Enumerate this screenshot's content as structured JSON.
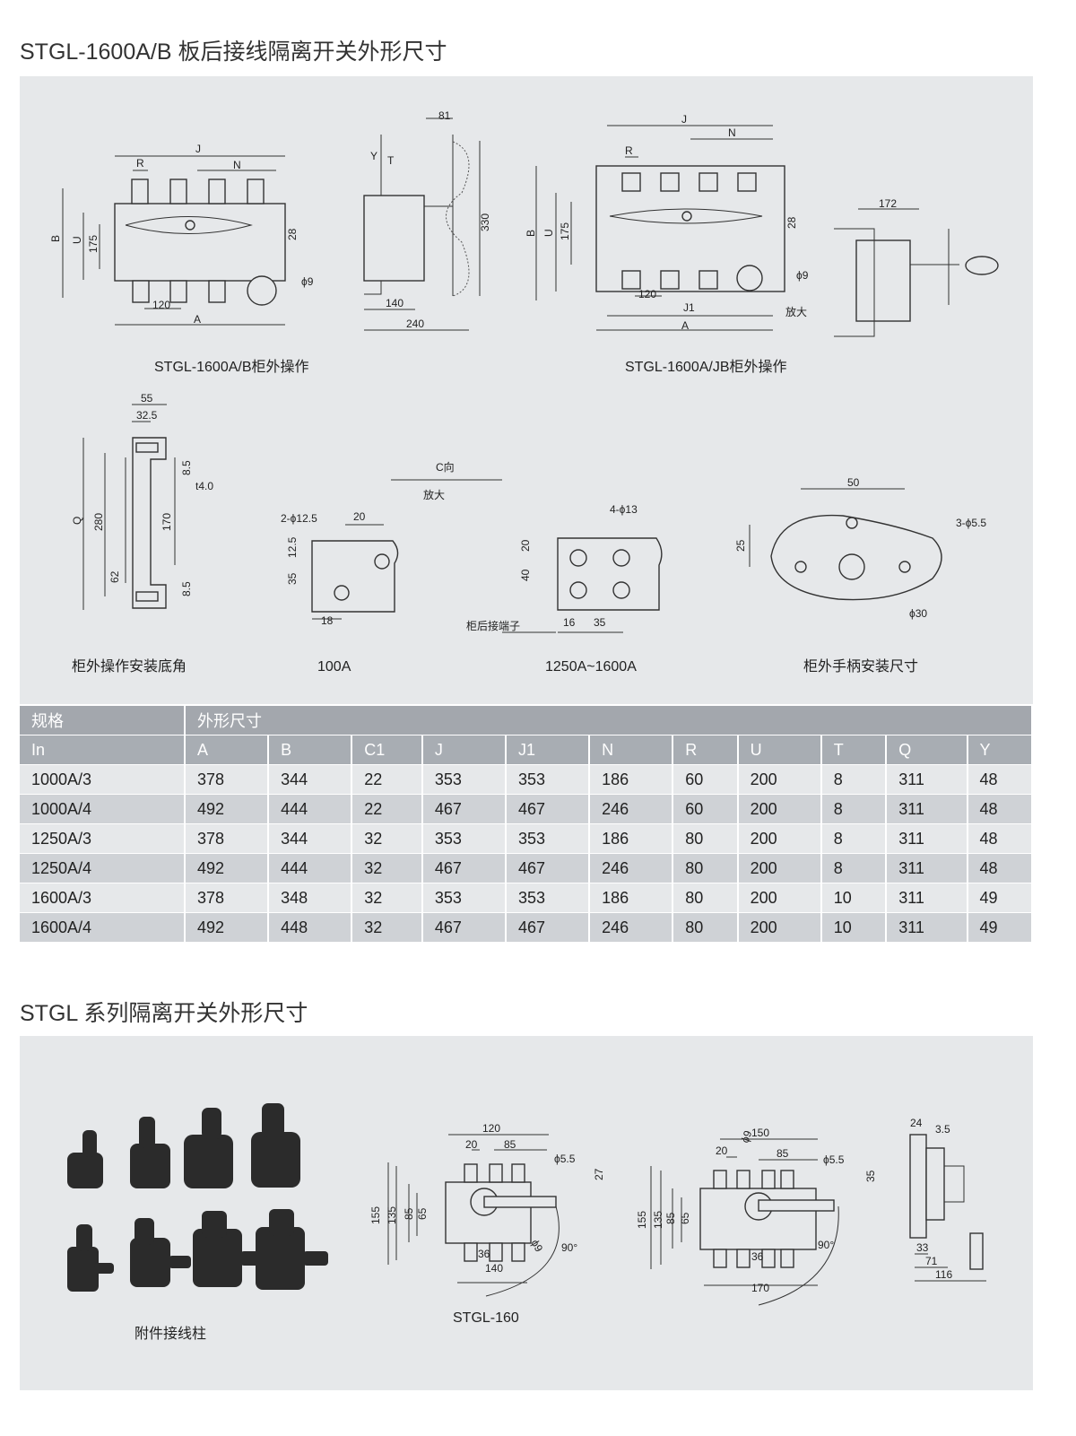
{
  "section1": {
    "title": "STGL-1600A/B 板后接线隔离开关外形尺寸",
    "fig1": {
      "caption": "STGL-1600A/B柜外操作",
      "labels": [
        "J",
        "R",
        "N",
        "B",
        "U",
        "175",
        "28",
        "ϕ9",
        "120",
        "A",
        "Y",
        "T",
        "81",
        "330",
        "140",
        "240"
      ]
    },
    "fig2": {
      "caption": "STGL-1600A/JB柜外操作",
      "labels": [
        "J",
        "R",
        "N",
        "B",
        "U",
        "175",
        "28",
        "ϕ9",
        "120",
        "J1",
        "A",
        "放大",
        "172"
      ]
    },
    "fig3": {
      "caption": "柜外操作安装底角",
      "labels": [
        "55",
        "32.5",
        "8.5",
        "t4.0",
        "Q",
        "280",
        "170",
        "62",
        "8.5"
      ]
    },
    "fig4": {
      "caption": "100A",
      "labels": [
        "2-ϕ12.5",
        "20",
        "12.5",
        "35",
        "18"
      ]
    },
    "cview": {
      "title": "C向",
      "sub": "放大"
    },
    "fig5": {
      "caption": "1250A~1600A",
      "labels": [
        "4-ϕ13",
        "20",
        "40",
        "柜后接端子",
        "16",
        "35"
      ]
    },
    "fig6": {
      "caption": "柜外手柄安装尺寸",
      "labels": [
        "50",
        "25",
        "3-ϕ5.5",
        "ϕ30"
      ]
    }
  },
  "table": {
    "group_header": [
      "规格",
      "外形尺寸"
    ],
    "columns": [
      "In",
      "A",
      "B",
      "C1",
      "J",
      "J1",
      "N",
      "R",
      "U",
      "T",
      "Q",
      "Y"
    ],
    "rows": [
      [
        "1000A/3",
        "378",
        "344",
        "22",
        "353",
        "353",
        "186",
        "60",
        "200",
        "8",
        "311",
        "48"
      ],
      [
        "1000A/4",
        "492",
        "444",
        "22",
        "467",
        "467",
        "246",
        "60",
        "200",
        "8",
        "311",
        "48"
      ],
      [
        "1250A/3",
        "378",
        "344",
        "32",
        "353",
        "353",
        "186",
        "80",
        "200",
        "8",
        "311",
        "48"
      ],
      [
        "1250A/4",
        "492",
        "444",
        "32",
        "467",
        "467",
        "246",
        "80",
        "200",
        "8",
        "311",
        "48"
      ],
      [
        "1600A/3",
        "378",
        "348",
        "32",
        "353",
        "353",
        "186",
        "80",
        "200",
        "10",
        "311",
        "49"
      ],
      [
        "1600A/4",
        "492",
        "448",
        "32",
        "467",
        "467",
        "246",
        "80",
        "200",
        "10",
        "311",
        "49"
      ]
    ]
  },
  "section2": {
    "title": "STGL 系列隔离开关外形尺寸",
    "accessory_caption": "附件接线柱",
    "fig7": {
      "caption": "STGL-160",
      "labels": [
        "120",
        "20",
        "85",
        "ϕ5.5",
        "27",
        "155",
        "135",
        "85",
        "65",
        "36",
        "140",
        "ϕ9",
        "90°"
      ]
    },
    "fig8": {
      "labels": [
        "150",
        "20",
        "ϕ9",
        "85",
        "ϕ5.5",
        "35",
        "155",
        "135",
        "85",
        "65",
        "36",
        "170",
        "90°"
      ]
    },
    "fig9": {
      "labels": [
        "24",
        "3.5",
        "33",
        "71",
        "116"
      ]
    }
  }
}
